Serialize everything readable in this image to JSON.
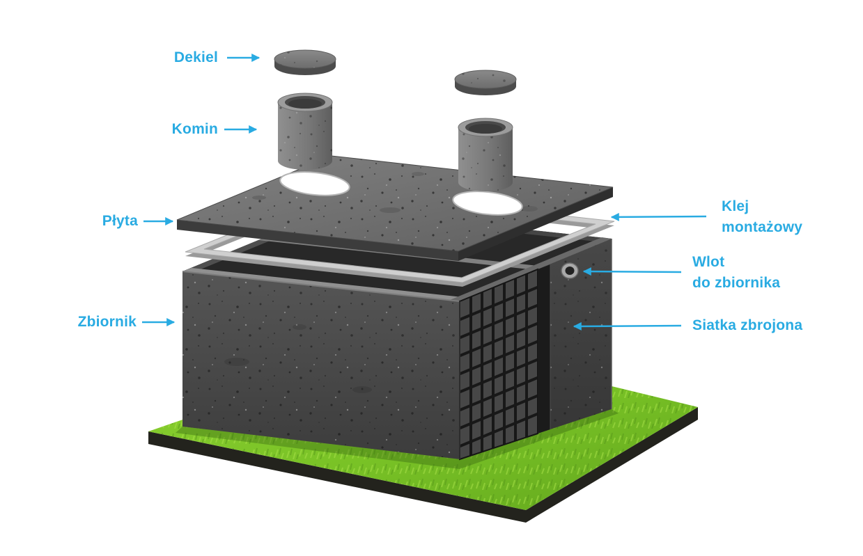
{
  "diagram": {
    "labels": {
      "dekiel": "Dekiel",
      "komin": "Komin",
      "plyta": "Płyta",
      "zbiornik": "Zbiornik",
      "klej_line1": "Klej",
      "klej_line2": "montażowy",
      "wlot_line1": "Wlot",
      "wlot_line2": "do zbiornika",
      "siatka": "Siatka zbrojona"
    },
    "colors": {
      "label_blue": "#29abe2",
      "arrow_blue": "#29abe2",
      "grass_green": "#7cc226",
      "soil_dark": "#23231d",
      "concrete_dark": "#4a4a4a",
      "concrete_mid": "#6e6e6e",
      "concrete_light": "#9c9c9c",
      "adhesive_gray": "#cfcfcf",
      "background": "#ffffff"
    }
  }
}
